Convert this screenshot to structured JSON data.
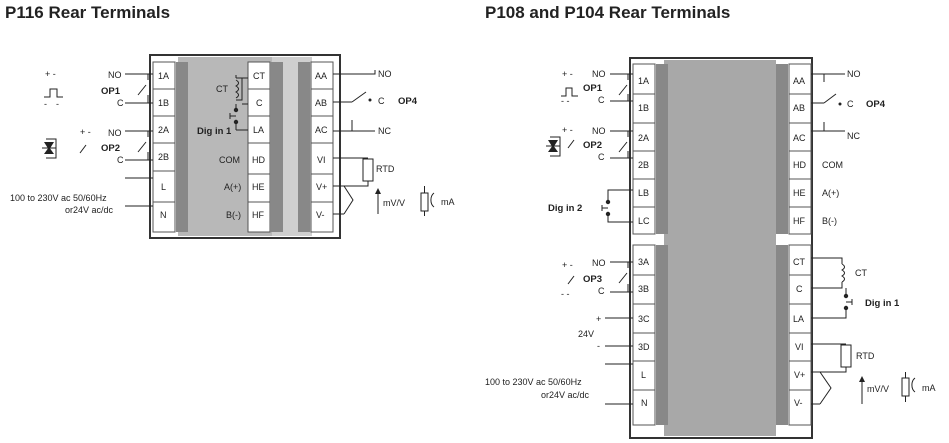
{
  "p116": {
    "title": "P116 Rear Terminals",
    "left_terms": [
      "1A",
      "1B",
      "2A",
      "2B",
      "L",
      "N"
    ],
    "right_terms": [
      "CT",
      "C",
      "LA",
      "HD",
      "HE",
      "HF"
    ],
    "far_terms": [
      "AA",
      "AB",
      "AC",
      "VI",
      "V+",
      "V-"
    ],
    "mid_labels": [
      "COM",
      "A(+)",
      "B(-)"
    ],
    "ct": "CT",
    "dig_in_1": "Dig in 1",
    "op1": "OP1",
    "op2": "OP2",
    "op4": "OP4",
    "no": "NO",
    "c": "C",
    "nc": "NC",
    "plus_minus": "+ -",
    "supply_line1": "100 to 230V ac 50/60Hz",
    "supply_line2": "or24V ac/dc",
    "rtd": "RTD",
    "mvv": "mV/V",
    "ma": "mA"
  },
  "p108": {
    "title": "P108 and P104 Rear Terminals",
    "left_terms": [
      "1A",
      "1B",
      "2A",
      "2B",
      "LB",
      "LC",
      "3A",
      "3B",
      "3C",
      "3D",
      "L",
      "N"
    ],
    "right_terms": [
      "AA",
      "AB",
      "AC",
      "HD",
      "HE",
      "HF",
      "CT",
      "C",
      "LA",
      "VI",
      "V+",
      "V-"
    ],
    "side_labels": [
      "COM",
      "A(+)",
      "B(-)"
    ],
    "op1": "OP1",
    "op2": "OP2",
    "op3": "OP3",
    "op4": "OP4",
    "no": "NO",
    "c": "C",
    "nc": "NC",
    "dig_in_2": "Dig in 2",
    "dig_in_1": "Dig in 1",
    "ct": "CT",
    "v24": "24V",
    "plus": "+",
    "minus": "-",
    "supply_line1": "100 to 230V ac 50/60Hz",
    "supply_line2": "or24V ac/dc",
    "rtd": "RTD",
    "mvv": "mV/V",
    "ma": "mA"
  }
}
